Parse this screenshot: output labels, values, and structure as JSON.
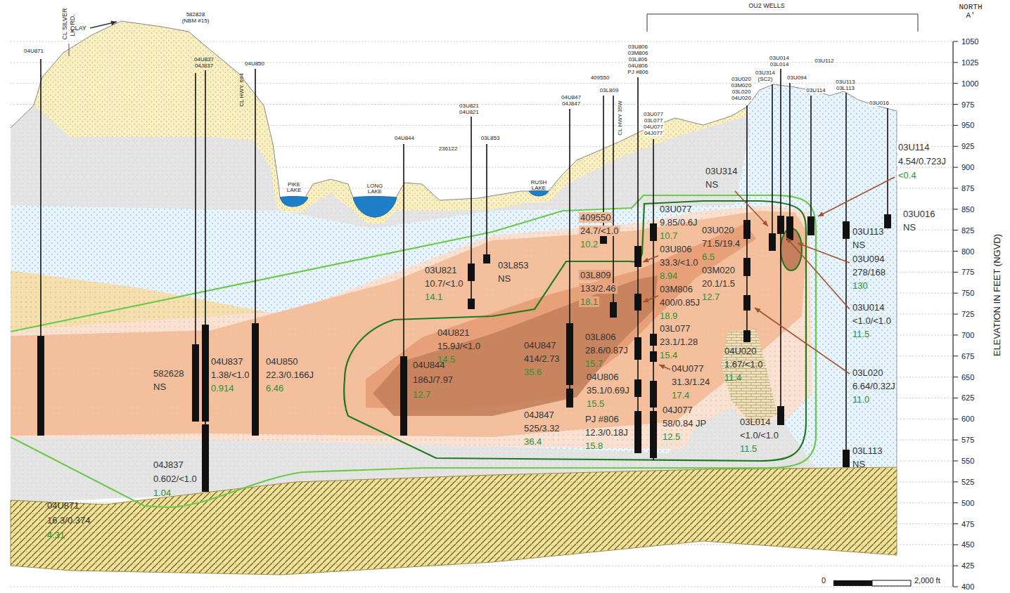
{
  "diagram": {
    "nodes": [
      {
        "text": [
          "PIKE LAKE"
        ]
      },
      {
        "text": [
          "LONG LAKE"
        ]
      },
      {
        "text": [
          "RUSH LAKE"
        ]
      }
    ],
    "labels": [
      "CL SILVER",
      "LK. RD.",
      "CLAY",
      "582828",
      "(NBM #15)",
      "04U871",
      "04U837",
      "04J837",
      "04U850",
      "CL HWY. 694",
      "04U844",
      "236122",
      "03U821",
      "04U821",
      "03L853",
      "04U847",
      "04J847",
      "409550",
      "03L809",
      "CL HWY 35W",
      "03U806",
      "03M806",
      "03L806",
      "04U806",
      "PJ #806",
      "03U077",
      "03L077",
      "04U077",
      "04J077",
      "OU2 WELLS",
      "NORTH",
      "A'",
      "03U020",
      "03M020",
      "03L020",
      "04U020",
      "03U314",
      "(SC2)",
      "03U014",
      "03L014",
      "03U094",
      "03U112",
      "03U114",
      "03U113",
      "03L113",
      "03U016",
      "04U871",
      "16.3/0.374",
      "4.31",
      "582628",
      "NS",
      "04U837",
      "1.38/<1.0",
      "0.914",
      "04U850",
      "22.3/0.166J",
      "6.46",
      "04J837",
      "0.602/<1.0",
      "1.04",
      "04U844",
      "186J/7.97",
      "12.7",
      "03U821",
      "10.7/<1.0",
      "14.1",
      "03L853",
      "NS",
      "04U821",
      "15.9J/<1.0",
      "14.5",
      "04U847",
      "414/2.73",
      "35.6",
      "04J847",
      "525/3.32",
      "36.4",
      "409550",
      "24.7/<1.0",
      "10.2",
      "03L809",
      "133/2.46",
      "18.1",
      "03L806",
      "28.6/0.87J",
      "15.7",
      "04U806",
      "35.1/0.69J",
      "15.5",
      "PJ #806",
      "12.3/0.18J",
      "15.8",
      "03U077",
      "9.85/0.6J",
      "10.7",
      "03U806",
      "33.3/<1.0",
      "8.94",
      "03M806",
      "400/0.85J",
      "18.9",
      "03L077",
      "23.1/1.28",
      "15.4",
      "04U077",
      "31.3/1.24",
      "17.4",
      "04J077",
      "58/0.84 JP",
      "12.5",
      "03U314",
      "NS",
      "03U020",
      "71.5/19.4",
      "6.5",
      "03M020",
      "20.1/1.5",
      "12.7",
      "04U020",
      "1.67/<1.0",
      "11.4",
      "03L014",
      "<1.0/<1.0",
      "11.5",
      "03U114",
      "4.54/0.723J",
      "<0.4",
      "03U016",
      "NS",
      "03U113",
      "NS",
      "03U094",
      "278/168",
      "130",
      "03U014",
      "<1.0/<1.0",
      "11.5",
      "03L020",
      "6.64/0.32J",
      "11.0",
      "03L113",
      "NS",
      "1050",
      "1025",
      "1000",
      "975",
      "950",
      "925",
      "900",
      "875",
      "850",
      "825",
      "800",
      "775",
      "750",
      "725",
      "700",
      "675",
      "650",
      "625",
      "600",
      "575",
      "550",
      "525",
      "500",
      "475",
      "450",
      "425",
      "400",
      "ELEVATION IN FEET (NGVD)",
      "0",
      "2,000 ft"
    ]
  }
}
